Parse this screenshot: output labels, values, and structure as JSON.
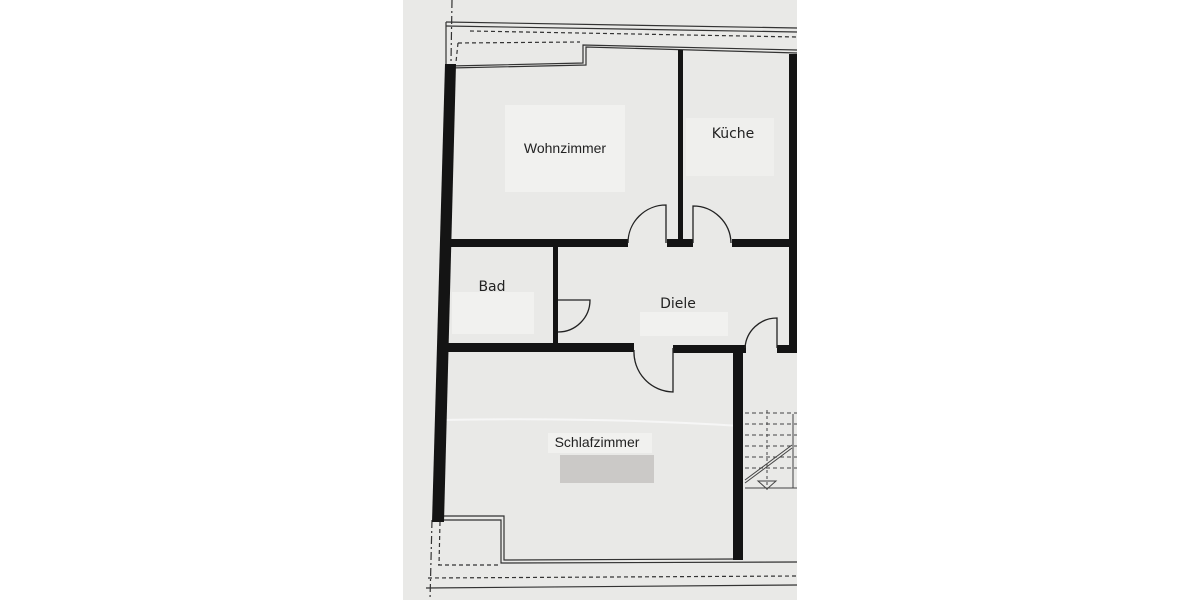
{
  "floor_plan": {
    "rooms": {
      "living_room": "Wohnzimmer",
      "kitchen": "Küche",
      "bathroom": "Bad",
      "hallway": "Diele",
      "bedroom": "Schlafzimmer"
    },
    "colors": {
      "paper": "#e9e9e7",
      "wall": "#141414",
      "label_box": "#f1f1ef",
      "redaction": "#cbc9c7"
    }
  }
}
